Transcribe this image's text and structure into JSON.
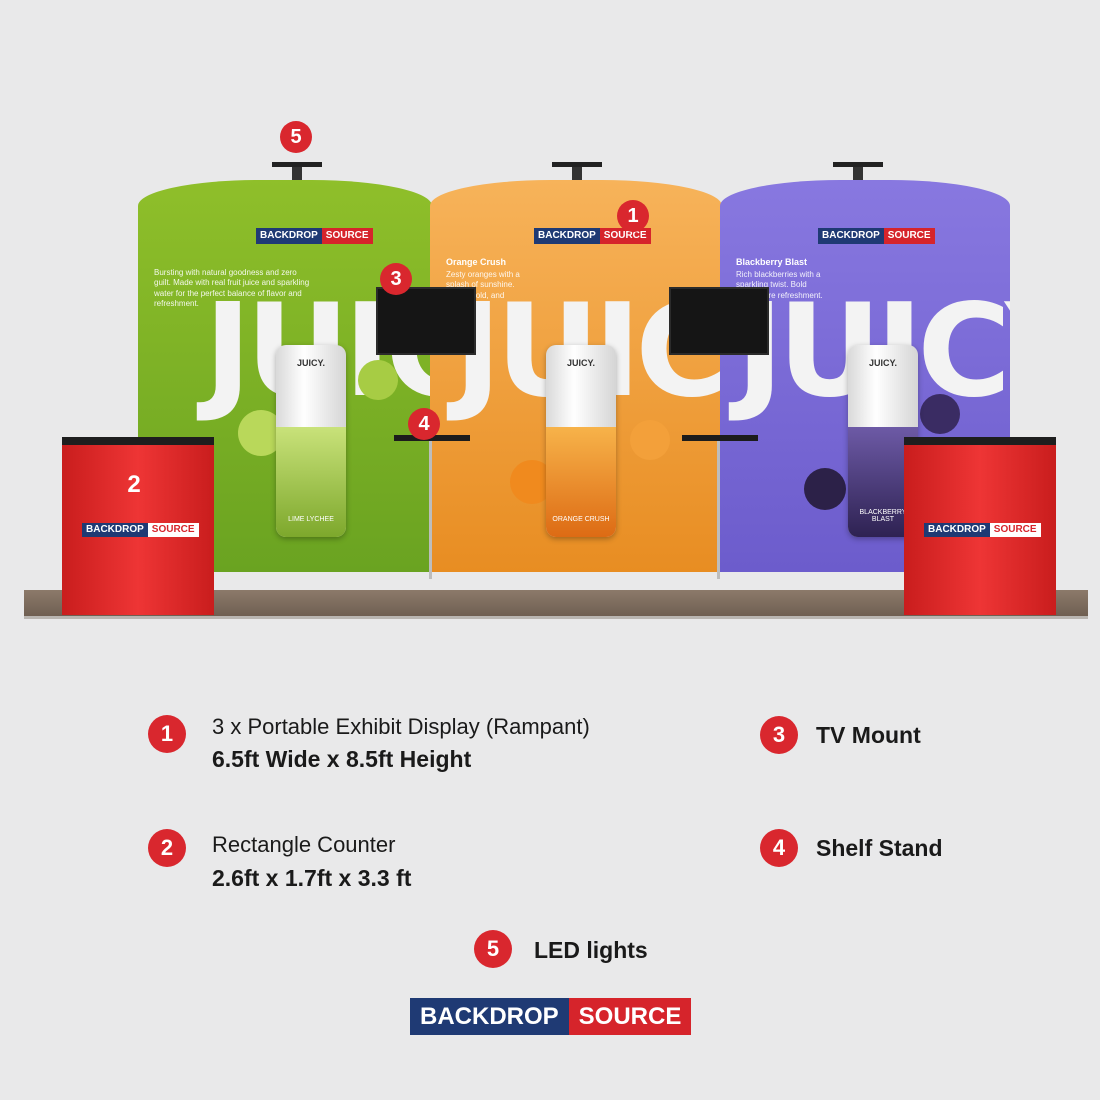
{
  "brand": {
    "left": "BACKDROP",
    "right": "SOURCE",
    "colors": {
      "navy": "#1f3a74",
      "red": "#d6242b"
    }
  },
  "panels": [
    {
      "title": "",
      "text": "Bursting with natural goodness and zero guilt. Made with real fruit juice and sparkling water for the perfect balance of flavor and refreshment.",
      "headline": "JUICY",
      "can_brand": "JUICY.",
      "can_name": "LIME LYCHEE"
    },
    {
      "title": "Orange Crush",
      "text": "Zesty oranges with a splash of sunshine. Bright, bold, and refreshing.",
      "headline": "JUICY",
      "can_brand": "JUICY.",
      "can_name": "ORANGE CRUSH"
    },
    {
      "title": "Blackberry Blast",
      "text": "Rich blackberries with a sparkling twist. Bold flavor, pure refreshment.",
      "headline": "JUICY",
      "can_brand": "JUICY.",
      "can_name": "BLACKBERRY BLAST"
    }
  ],
  "markers": {
    "m1": "1",
    "m2": "2",
    "m3": "3",
    "m4": "4",
    "m5": "5"
  },
  "legend": [
    {
      "num": "1",
      "line1": "3 x Portable Exhibit Display (Rampant)",
      "line2": "6.5ft Wide x 8.5ft Height"
    },
    {
      "num": "2",
      "line1": "Rectangle Counter",
      "line2": "2.6ft x 1.7ft x 3.3 ft"
    },
    {
      "num": "3",
      "line1": "TV Mount"
    },
    {
      "num": "4",
      "line1": "Shelf Stand"
    },
    {
      "num": "5",
      "line1": "LED lights"
    }
  ]
}
